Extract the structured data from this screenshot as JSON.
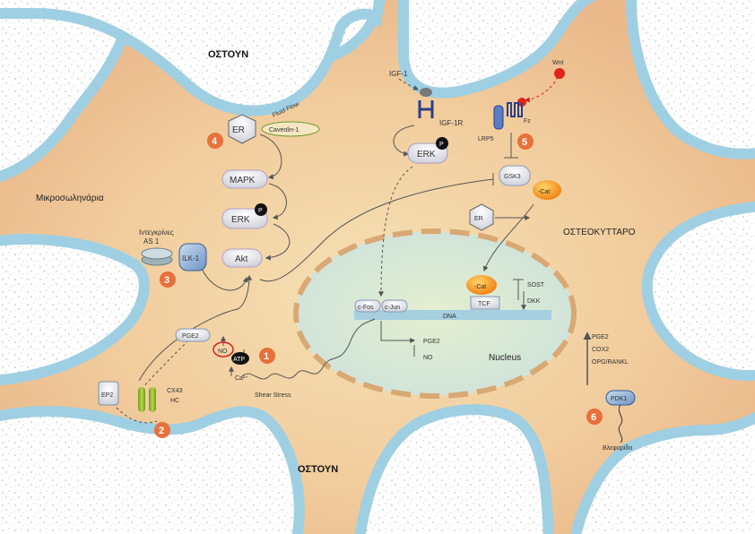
{
  "labels": {
    "bone_top": "ΟΣΤΟΥΝ",
    "bone_bottom": "ΟΣΤΟΥΝ",
    "fluid_flow": "Fluid Flow",
    "canaliculi": "Μικροσωληνάρια",
    "osteocyte": "ΟΣΤΕΟΚΥΤΤΑΡΟ",
    "nucleus": "Nucleus",
    "shear_stress": "Shear Stress",
    "dna": "DNA",
    "cilia": "Βλεφαρίδα",
    "integrins_1": "Ιντεγκρίνες",
    "integrins_2": "AS 1"
  },
  "molecules": {
    "er_top": "ER",
    "caveolin": "Caveolin-1",
    "mapk": "MAPK",
    "erk_left": "ERK",
    "akt": "Akt",
    "ilk": "ILK-1",
    "pge2_mem": "PGE2",
    "ep2": "EP2",
    "cx43_1": "CX43",
    "cx43_2": "HC",
    "no": "NO",
    "atp": "ATP",
    "ca": "Ca²⁺",
    "igf1": "IGF-1",
    "igf1r": "IGF-1R",
    "erk_top": "ERK",
    "wnt": "Wnt",
    "fz": "Fz",
    "lrp5": "LRP5",
    "gsk3": "GSK3",
    "bcat_cyto": "-Cat",
    "er_right": "ER",
    "bcat_nuc": "-Cat",
    "tcf": "TCF",
    "sost": "SOST",
    "dkk": "DKK",
    "cfos": "c-Fos",
    "cjun": "c-Jun",
    "nuc_pge2": "PGE2",
    "nuc_no": "NO",
    "pge2_right": "PGE2",
    "cox2": "COX2",
    "opg": "OPG/RANKL",
    "pdk1": "PDK1",
    "phos": "P"
  },
  "steps": [
    "1",
    "2",
    "3",
    "4",
    "5",
    "6"
  ],
  "colors": {
    "cell": "#f0c89a",
    "fluid": "#a9d4e4",
    "step": "#e8703a",
    "bcat": "#f59a1c"
  }
}
